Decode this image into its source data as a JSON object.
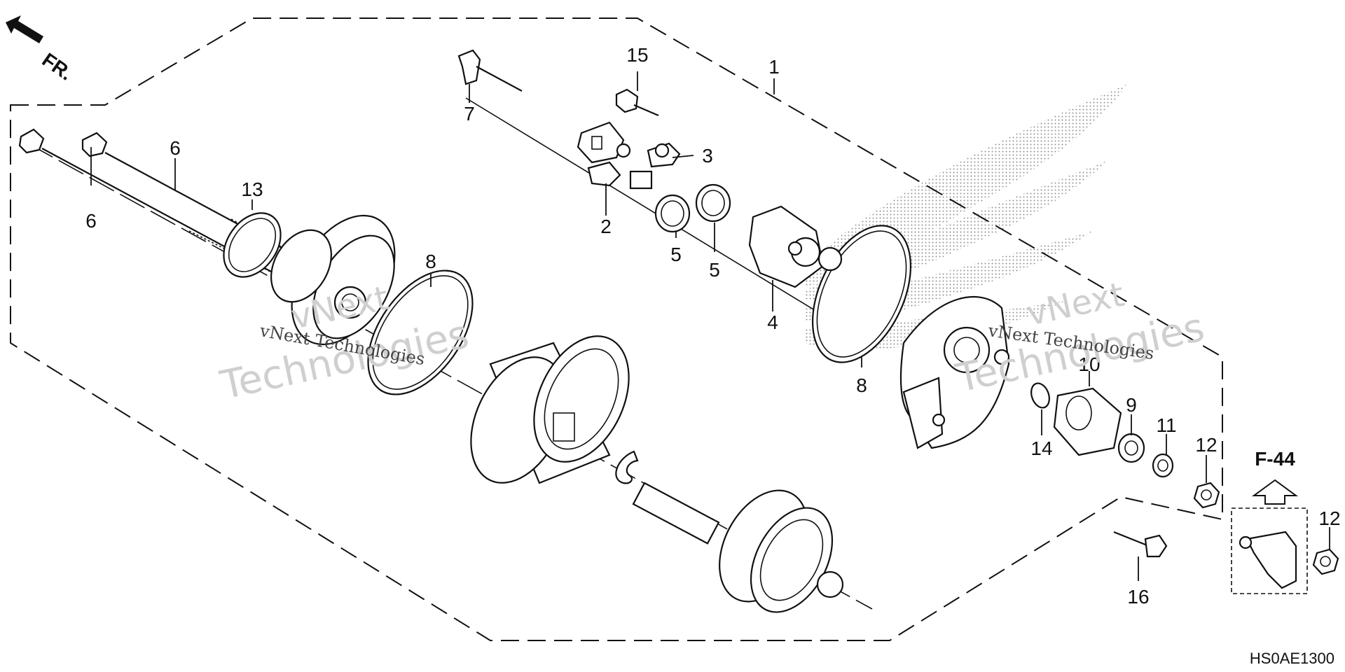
{
  "direction_label": "FR.",
  "reference": {
    "label": "F-44"
  },
  "diagram_code": "HS0AE1300",
  "watermark": {
    "line1": "vNext",
    "line2": "Technologies",
    "inline": "vNext Technologies"
  },
  "callouts": [
    "1",
    "2",
    "3",
    "4",
    "5",
    "5",
    "6",
    "6",
    "7",
    "8",
    "8",
    "9",
    "10",
    "11",
    "12",
    "12",
    "13",
    "14",
    "15",
    "16"
  ],
  "icons": {
    "direction": "arrow-up-left-icon",
    "reference": "hollow-arrow-up-icon"
  }
}
